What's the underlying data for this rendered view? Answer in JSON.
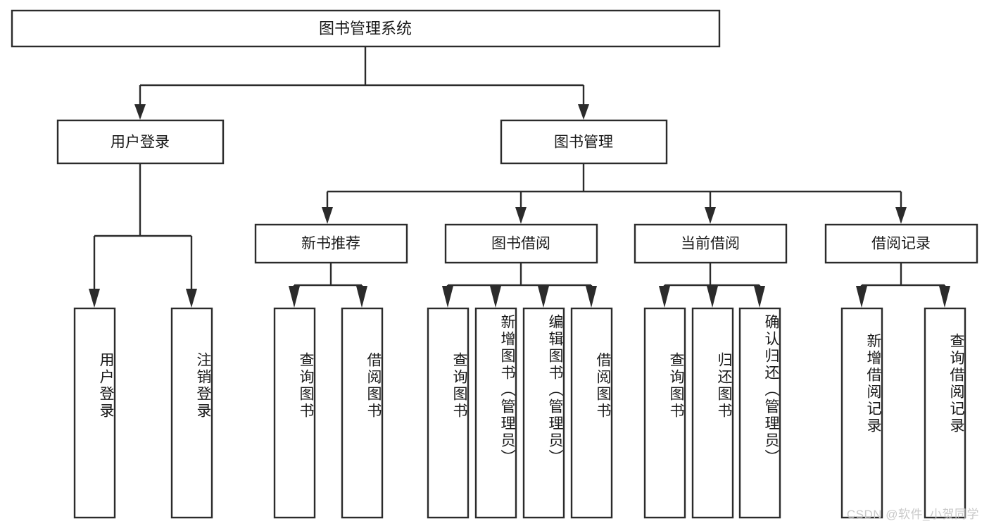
{
  "diagram": {
    "type": "tree",
    "title": "图书管理系统",
    "watermark": "CSDN @软件_小贺同学",
    "root": {
      "id": "root",
      "label": "图书管理系统"
    },
    "level2": [
      {
        "id": "user-login",
        "label": "用户登录"
      },
      {
        "id": "book-manage",
        "label": "图书管理"
      }
    ],
    "level3": [
      {
        "id": "new-book-recommend",
        "label": "新书推荐",
        "parent": "book-manage"
      },
      {
        "id": "book-borrow",
        "label": "图书借阅",
        "parent": "book-manage"
      },
      {
        "id": "current-borrow",
        "label": "当前借阅",
        "parent": "book-manage"
      },
      {
        "id": "borrow-record",
        "label": "借阅记录",
        "parent": "book-manage"
      }
    ],
    "leaves": [
      {
        "id": "leaf-user-login",
        "label": "用户登录",
        "parent": "user-login"
      },
      {
        "id": "leaf-logout",
        "label": "注销登录",
        "parent": "user-login"
      },
      {
        "id": "leaf-query-book-1",
        "label": "查询图书",
        "parent": "new-book-recommend"
      },
      {
        "id": "leaf-borrow-book-1",
        "label": "借阅图书",
        "parent": "new-book-recommend"
      },
      {
        "id": "leaf-query-book-2",
        "label": "查询图书",
        "parent": "book-borrow"
      },
      {
        "id": "leaf-add-book",
        "label": "新增图书（管理员）",
        "parent": "book-borrow"
      },
      {
        "id": "leaf-edit-book",
        "label": "编辑图书（管理员）",
        "parent": "book-borrow"
      },
      {
        "id": "leaf-borrow-book-2",
        "label": "借阅图书",
        "parent": "book-borrow"
      },
      {
        "id": "leaf-query-book-3",
        "label": "查询图书",
        "parent": "current-borrow"
      },
      {
        "id": "leaf-return-book",
        "label": "归还图书",
        "parent": "current-borrow"
      },
      {
        "id": "leaf-confirm-return",
        "label": "确认归还（管理员）",
        "parent": "current-borrow"
      },
      {
        "id": "leaf-add-record",
        "label": "新增借阅记录",
        "parent": "borrow-record"
      },
      {
        "id": "leaf-query-record",
        "label": "查询借阅记录",
        "parent": "borrow-record"
      }
    ],
    "colors": {
      "stroke": "#2b2b2b",
      "fill": "#ffffff",
      "text": "#1a1a1a",
      "watermark": "#c9c9c9",
      "background": "#ffffff"
    }
  }
}
